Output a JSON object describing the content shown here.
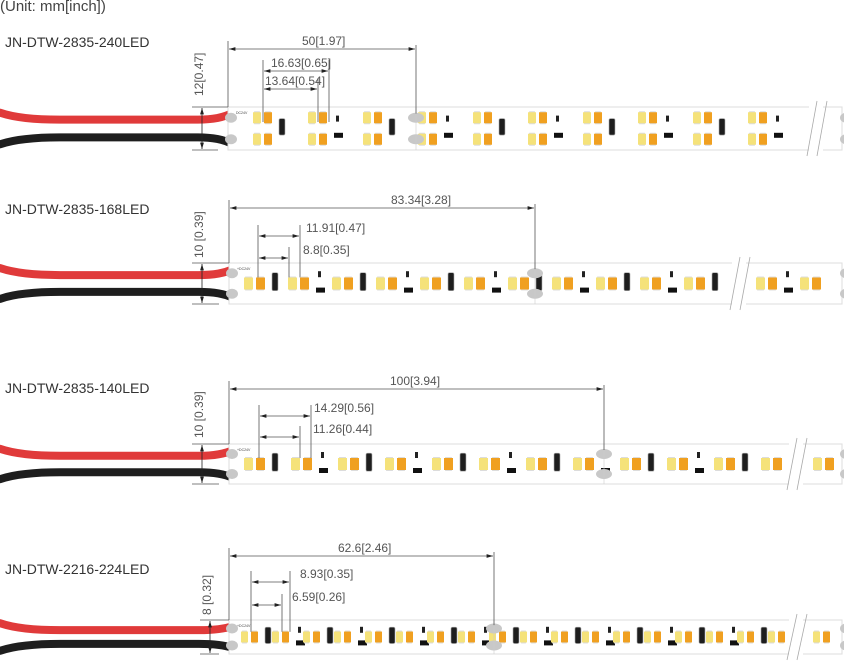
{
  "unit_label": "(Unit: mm[inch])",
  "colors": {
    "wire_red": "#e03a3a",
    "wire_black": "#1e1e1e",
    "led_warm": "#f0a020",
    "led_cool": "#f5e27a",
    "pcb": "#ffffff",
    "pad": "#c8c8c8",
    "dim_line": "#555555"
  },
  "strips": [
    {
      "model": "JN-DTW-2835-240LED",
      "width_dim": "12[0.47]",
      "cut_length": "50[1.97]",
      "pitch_outer": "16.63[0.65]",
      "pitch_inner": "13.64[0.54]",
      "pad_label": "DC24V",
      "rows": 2
    },
    {
      "model": "JN-DTW-2835-168LED",
      "width_dim": "10 [0.39]",
      "cut_length": "83.34[3.28]",
      "pitch_outer": "11.91[0.47]",
      "pitch_inner": "8.8[0.35]",
      "pad_label": "+DC24V",
      "rows": 1
    },
    {
      "model": "JN-DTW-2835-140LED",
      "width_dim": "10 [0.39]",
      "cut_length": "100[3.94]",
      "pitch_outer": "14.29[0.56]",
      "pitch_inner": "11.26[0.44]",
      "pad_label": "+DC24V",
      "rows": 1
    },
    {
      "model": "JN-DTW-2216-224LED",
      "width_dim": "8 [0.32]",
      "cut_length": "62.6[2.46]",
      "pitch_outer": "8.93[0.35]",
      "pitch_inner": "6.59[0.26]",
      "pad_label": "+DC24V",
      "rows": 1
    }
  ]
}
